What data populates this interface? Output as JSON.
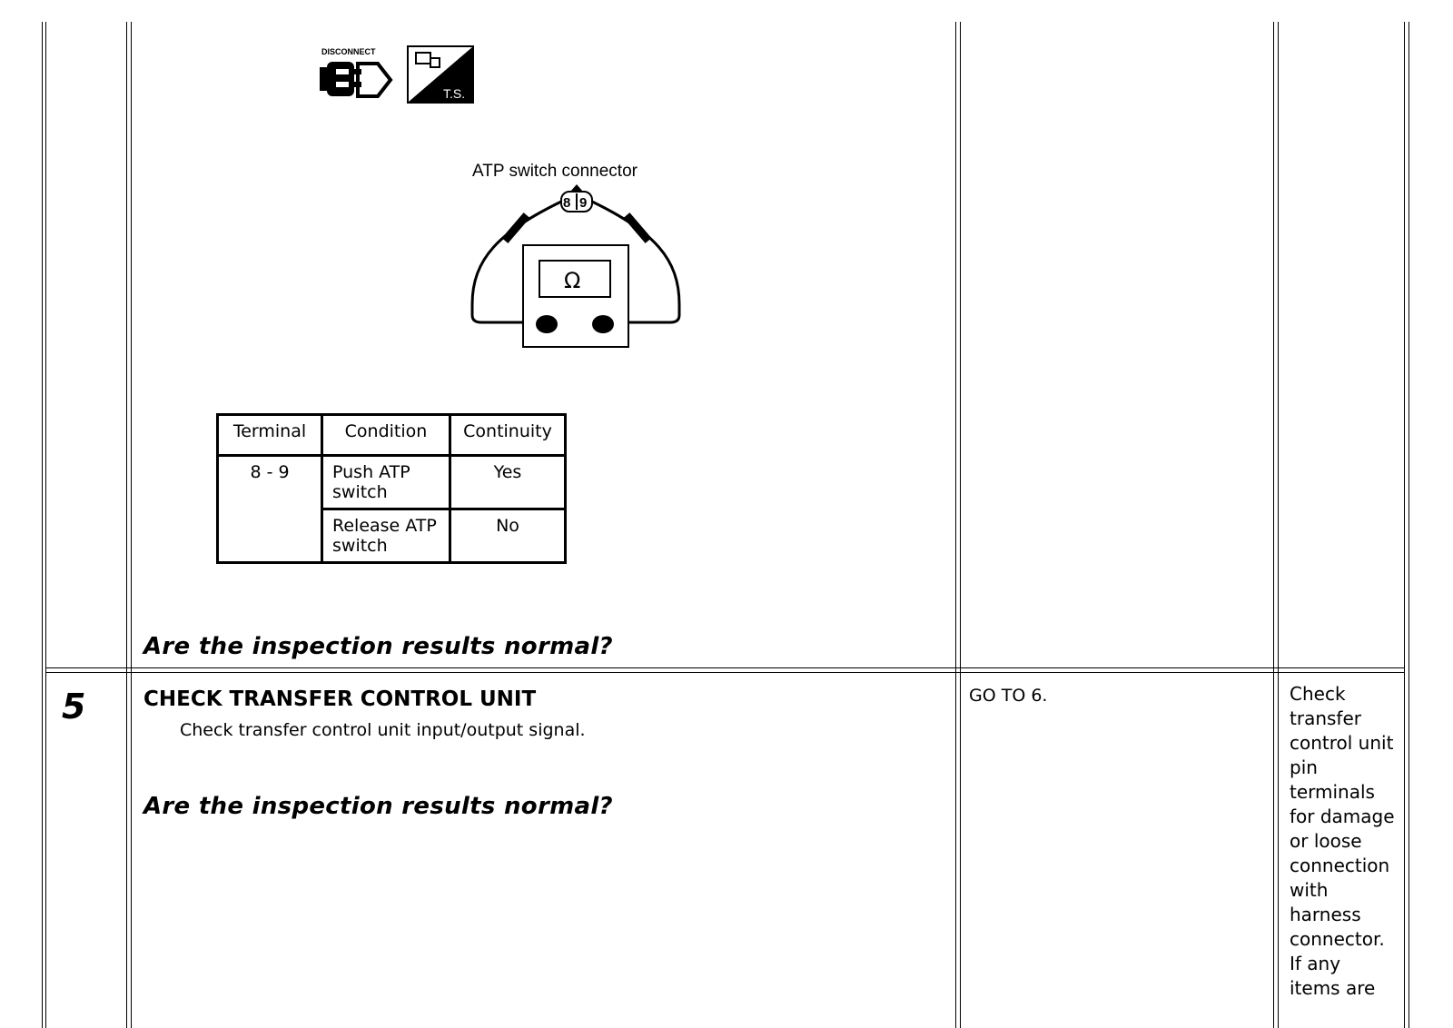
{
  "icons": {
    "disconnect_label": "DISCONNECT",
    "ts_label": "T.S."
  },
  "diagram": {
    "label": "ATP switch connector",
    "pin_left": "8",
    "pin_right": "9",
    "meter_symbol": "Ω"
  },
  "continuity_table": {
    "headers": [
      "Terminal",
      "Condition",
      "Continuity"
    ],
    "terminal": "8 - 9",
    "rows": [
      {
        "condition": "Push ATP switch",
        "continuity": "Yes"
      },
      {
        "condition": "Release ATP switch",
        "continuity": "No"
      }
    ]
  },
  "step4": {
    "question": "Are the inspection results normal?"
  },
  "step5": {
    "number": "5",
    "heading": "CHECK TRANSFER CONTROL UNIT",
    "instruction": "Check transfer control unit input/output signal.",
    "question": "Are the inspection results normal?",
    "if_yes": "GO TO 6.",
    "if_no": "Check\ntransfer\ncontrol unit\npin\nterminals\nfor damage\nor loose\nconnection\nwith\nharness\nconnector.\nIf any\nitems are"
  }
}
